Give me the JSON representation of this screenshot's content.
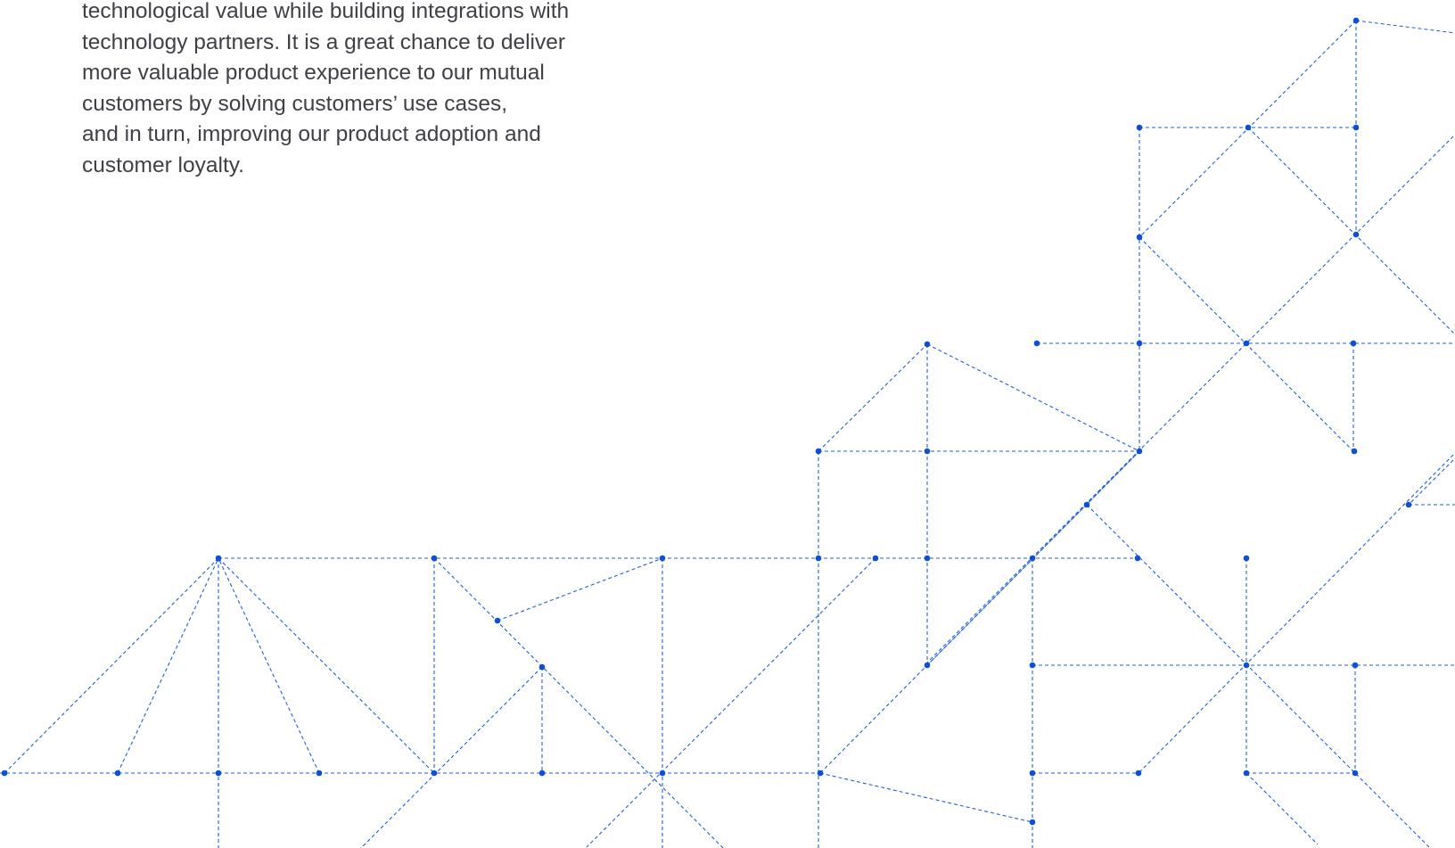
{
  "intro": {
    "lines": [
      "technological value while building integrations with",
      "technology partners. It is a great chance to deliver",
      "more valuable product experience to our mutual",
      "customers by solving customers’ use cases,",
      "and in turn, improving our product adoption and",
      "customer loyalty."
    ]
  },
  "colors": {
    "text": "#3f3f46",
    "network_line": "#1f5fde",
    "network_node": "#0f4fd8",
    "background": "#ffffff"
  }
}
